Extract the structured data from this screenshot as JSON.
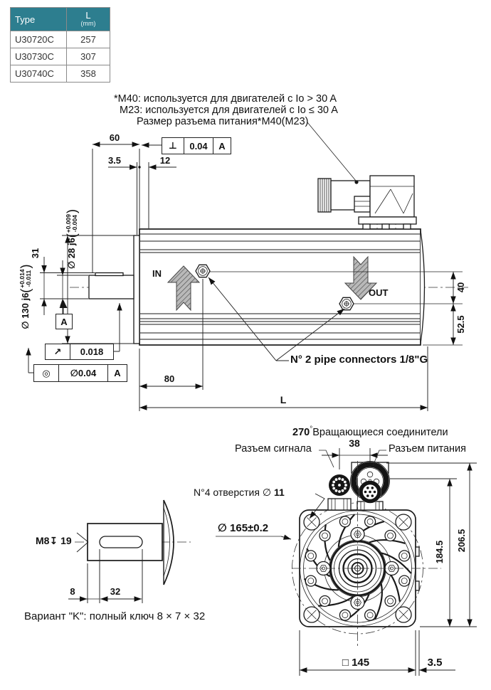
{
  "table": {
    "header_type": "Type",
    "header_l": "L",
    "header_unit": "(mm)",
    "rows": [
      {
        "type": "U30720C",
        "l": "257"
      },
      {
        "type": "U30730C",
        "l": "307"
      },
      {
        "type": "U30740C",
        "l": "358"
      }
    ]
  },
  "notes": {
    "m40_note": "*M40: используется для двигателей с Io > 30 A",
    "m23_note": "M23: используется для двигателей с Io ≤ 30 A",
    "power_size_note": "Размер разъема питания*M40(M23)"
  },
  "side": {
    "d60": "60",
    "d35": "3.5",
    "d12": "12",
    "d31": "31",
    "d80": "80",
    "dl": "L",
    "d40": "40",
    "d525": "52.5",
    "in_label": "IN",
    "out_label": "OUT",
    "pipe_note": "N° 2 pipe connectors 1/8\"G",
    "shaft_dia": "∅ 28 j6",
    "shaft_tp": "+0.009",
    "shaft_tm": "-0.004",
    "flange_dia": "∅ 130 j6",
    "flange_tp": "+0.014",
    "flange_tm": "-0.011",
    "perp_sym": "⊥",
    "perp_val": "0.04",
    "perp_datum": "A",
    "runout_sym": "↗",
    "runout_val": "0.018",
    "conc_sym": "◎",
    "conc_val": "∅0.04",
    "conc_datum": "A",
    "datum": "A"
  },
  "front": {
    "angle": "270",
    "deg": "°",
    "rotating": "Вращающиеся соединители",
    "signal": "Разъем сигнала",
    "power": "Разъем питания",
    "d38": "38",
    "holes": "N°4 отверстия",
    "dia": "∅",
    "holes_dia": "11",
    "pilot": "∅ 165±0.2",
    "d1845": "184.5",
    "d2065": "206.5",
    "sq": "□",
    "d145": "145",
    "d35": "3.5"
  },
  "detail": {
    "m8": "M8",
    "depth_sym": "↧",
    "depth": "19",
    "d8": "8",
    "d32": "32",
    "caption": "Вариант \"K\": полный ключ 8 × 7 × 32"
  },
  "colors": {
    "header_bg": "#2d7e8f",
    "header_text": "#ffffff",
    "line": "#1a1a1a",
    "arrow_fill": "#b9b9b9"
  }
}
